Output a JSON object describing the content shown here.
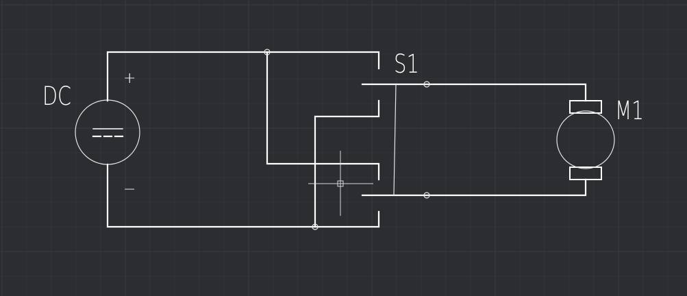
{
  "colors": {
    "background": "#2b2d31",
    "grid_minor": "#31343a",
    "grid_major": "#393c43",
    "line": "#ffffff"
  },
  "labels": {
    "source": "DC",
    "source_plus": "+",
    "source_minus": "−",
    "switch": "S1",
    "motor": "M1"
  },
  "icons": {
    "source": "dc-source-icon",
    "motor": "dc-motor-icon",
    "switch": "dpdt-switch-icon",
    "cursor": "crosshair-cursor-icon"
  }
}
